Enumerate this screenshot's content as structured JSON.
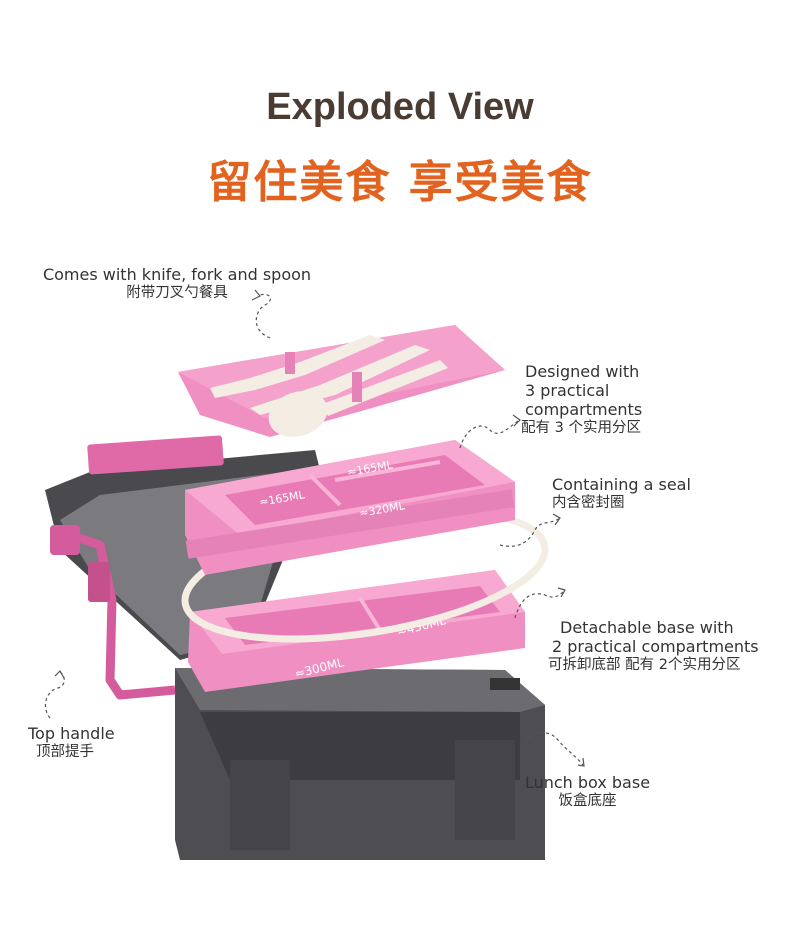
{
  "header": {
    "title": "Exploded View",
    "subtitle": "留住美食 享受美食"
  },
  "callouts": {
    "cutlery": {
      "en": "Comes with knife, fork and spoon",
      "zh": "附带刀叉勺餐具"
    },
    "compartments": {
      "en_line1": "Designed with",
      "en_line2": "3 practical",
      "en_line3": "compartments",
      "zh": "配有 3 个实用分区"
    },
    "seal": {
      "en": "Containing a seal",
      "zh": "内含密封圈"
    },
    "detachable": {
      "en_line1": "Detachable base with",
      "en_line2": "2 practical compartments",
      "zh": "可拆卸底部 配有 2个实用分区"
    },
    "handle": {
      "en": "Top handle",
      "zh": "顶部提手"
    },
    "base": {
      "en": "Lunch box base",
      "zh": "饭盒底座"
    }
  },
  "volume_labels": {
    "upper_left": "≈165ML",
    "upper_right": "≈165ML",
    "upper_large": "≈320ML",
    "lower_large": "≈450ML",
    "lower_small": "≈300ML"
  },
  "colors": {
    "title": "#4a3b33",
    "subtitle": "#e2631f",
    "pink": "#f090c2",
    "pink_dark": "#cf5e9c",
    "gray": "#555558",
    "cream": "#f4ede4"
  }
}
